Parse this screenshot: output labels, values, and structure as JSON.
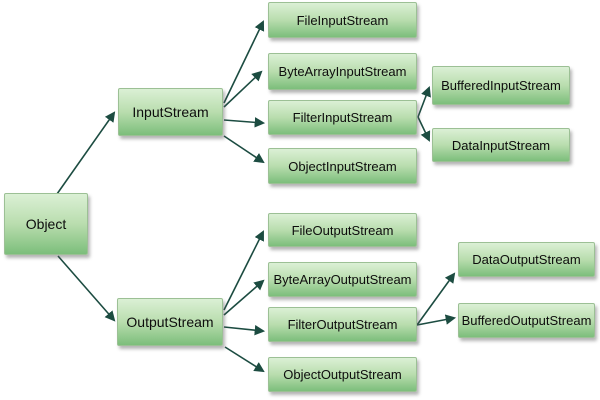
{
  "diagram": {
    "type": "class-hierarchy",
    "colors": {
      "background": "#ffffff",
      "node_gradient_top": "#dbf0d5",
      "node_gradient_bottom": "#7cbe7b",
      "node_border": "#9cc095",
      "arrow": "#1c4c41",
      "text": "#0d0d0d"
    },
    "nodes": {
      "object": {
        "label": "Object"
      },
      "input_stream": {
        "label": "InputStream"
      },
      "output_stream": {
        "label": "OutputStream"
      },
      "file_input_stream": {
        "label": "FileInputStream"
      },
      "byte_array_input_stream": {
        "label": "ByteArrayInputStream"
      },
      "filter_input_stream": {
        "label": "FilterInputStream"
      },
      "object_input_stream": {
        "label": "ObjectInputStream"
      },
      "buffered_input_stream": {
        "label": "BufferedInputStream"
      },
      "data_input_stream": {
        "label": "DataInputStream"
      },
      "file_output_stream": {
        "label": "FileOutputStream"
      },
      "byte_array_output_stream": {
        "label": "ByteArrayOutputStream"
      },
      "filter_output_stream": {
        "label": "FilterOutputStream"
      },
      "object_output_stream": {
        "label": "ObjectOutputStream"
      },
      "data_output_stream": {
        "label": "DataOutputStream"
      },
      "buffered_output_stream": {
        "label": "BufferedOutputStream"
      }
    },
    "edges": [
      {
        "from": "Object",
        "to": "InputStream"
      },
      {
        "from": "Object",
        "to": "OutputStream"
      },
      {
        "from": "InputStream",
        "to": "FileInputStream"
      },
      {
        "from": "InputStream",
        "to": "ByteArrayInputStream"
      },
      {
        "from": "InputStream",
        "to": "FilterInputStream"
      },
      {
        "from": "InputStream",
        "to": "ObjectInputStream"
      },
      {
        "from": "FilterInputStream",
        "to": "BufferedInputStream"
      },
      {
        "from": "FilterInputStream",
        "to": "DataInputStream"
      },
      {
        "from": "OutputStream",
        "to": "FileOutputStream"
      },
      {
        "from": "OutputStream",
        "to": "ByteArrayOutputStream"
      },
      {
        "from": "OutputStream",
        "to": "FilterOutputStream"
      },
      {
        "from": "OutputStream",
        "to": "ObjectOutputStream"
      },
      {
        "from": "FilterOutputStream",
        "to": "DataOutputStream"
      },
      {
        "from": "FilterOutputStream",
        "to": "BufferedOutputStream"
      }
    ]
  }
}
